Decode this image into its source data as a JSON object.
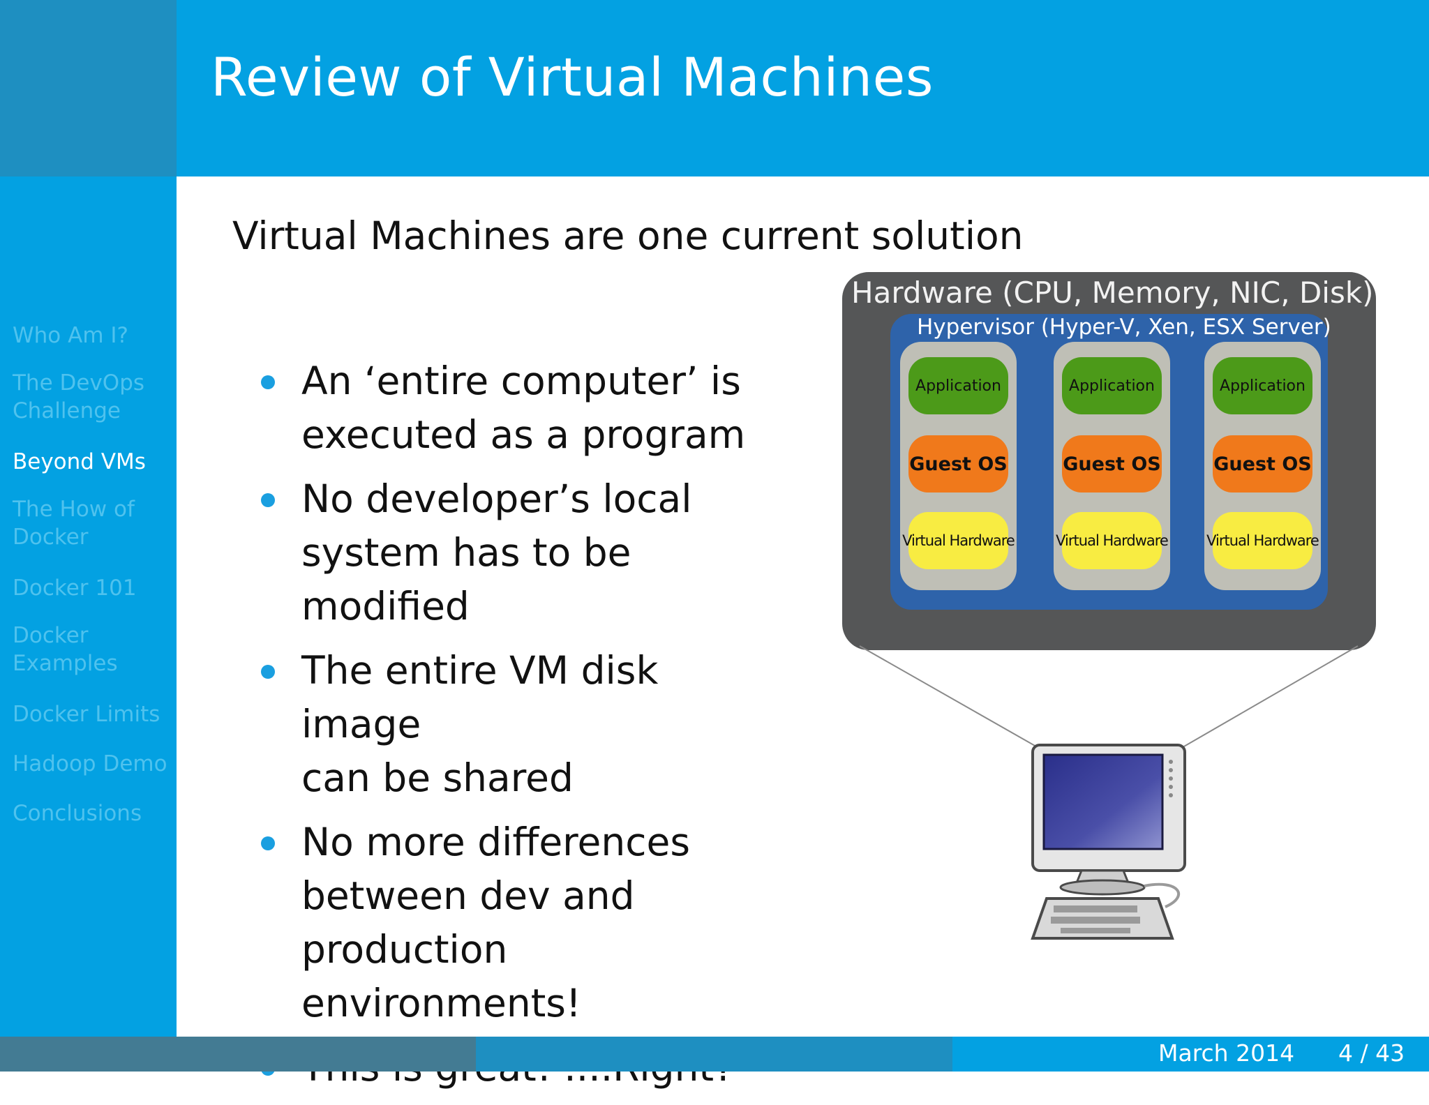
{
  "slide": {
    "title": "Review of Virtual Machines",
    "subtitle": "Virtual Machines are one current solution",
    "bullets": [
      {
        "lines": [
          "An ‘entire computer’ is",
          "executed as a program"
        ]
      },
      {
        "lines": [
          "No developer’s local",
          "system has to be modified"
        ]
      },
      {
        "lines": [
          "The entire VM disk image",
          "can be shared"
        ]
      },
      {
        "lines": [
          "No more differences",
          "between dev and",
          "production environments!"
        ]
      },
      {
        "lines": [
          "This is great!  ....Right?"
        ]
      }
    ]
  },
  "sidebar": {
    "items": [
      {
        "lines": [
          "Who Am I?"
        ],
        "active": false
      },
      {
        "lines": [
          "The DevOps",
          "Challenge"
        ],
        "active": false
      },
      {
        "lines": [
          "Beyond VMs"
        ],
        "active": true
      },
      {
        "lines": [
          "The How of",
          "Docker"
        ],
        "active": false
      },
      {
        "lines": [
          "Docker 101"
        ],
        "active": false
      },
      {
        "lines": [
          "Docker",
          "Examples"
        ],
        "active": false
      },
      {
        "lines": [
          "Docker Limits"
        ],
        "active": false
      },
      {
        "lines": [
          "Hadoop Demo"
        ],
        "active": false
      },
      {
        "lines": [
          "Conclusions"
        ],
        "active": false
      }
    ]
  },
  "diagram": {
    "hardware_label": "Hardware (CPU, Memory, NIC, Disk)",
    "hypervisor_label": "Hypervisor (Hyper-V, Xen, ESX Server)",
    "vms": [
      {
        "application": "Application",
        "guest_os": "Guest OS",
        "virtual_hardware": "Virtual Hardware"
      },
      {
        "application": "Application",
        "guest_os": "Guest OS",
        "virtual_hardware": "Virtual Hardware"
      },
      {
        "application": "Application",
        "guest_os": "Guest OS",
        "virtual_hardware": "Virtual Hardware"
      }
    ],
    "computer_icon": "desktop-computer-icon"
  },
  "footer": {
    "date": "March 2014",
    "page": "4 / 43"
  },
  "colors": {
    "header_blue": "#03a1e2",
    "corner_blue": "#1e8fc1",
    "footer_slate": "#437b93",
    "bullet_blue": "#1a9fe0",
    "application_green": "#4c9a19",
    "guest_os_orange": "#f0791b",
    "virtual_hardware_yellow": "#f8ec42",
    "hypervisor_blue": "#2e63aa",
    "hardware_gray": "#555657"
  }
}
